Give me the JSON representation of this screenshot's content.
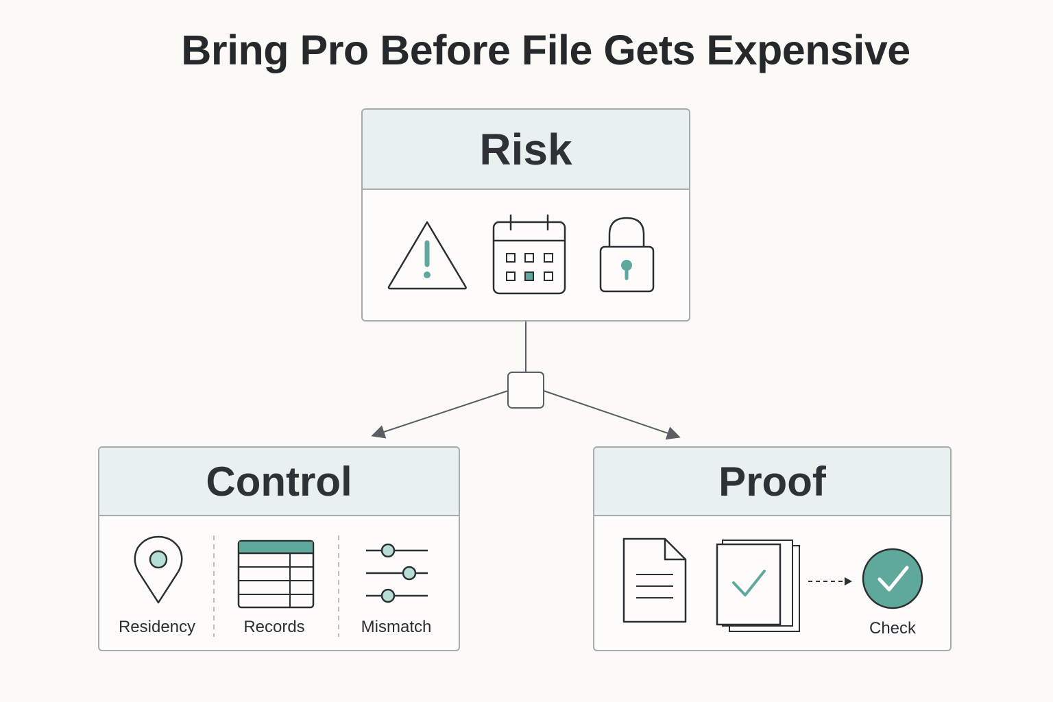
{
  "title": "Bring Pro Before File Gets Expensive",
  "colors": {
    "accent": "#5fa89c",
    "accent_light": "#b6ded6",
    "header_fill": "#e8f1ef",
    "stroke": "#2b2f33",
    "border": "#a7aaad",
    "background": "#fcfaf6"
  },
  "risk": {
    "title": "Risk",
    "icons": [
      "warning-icon",
      "calendar-icon",
      "lock-icon"
    ]
  },
  "control": {
    "title": "Control",
    "items": [
      {
        "icon": "location-pin-icon",
        "label": "Residency"
      },
      {
        "icon": "spreadsheet-icon",
        "label": "Records"
      },
      {
        "icon": "sliders-icon",
        "label": "Mismatch"
      }
    ]
  },
  "proof": {
    "title": "Proof",
    "icons": [
      "document-icon",
      "checked-documents-icon",
      "dashed-arrow-icon"
    ],
    "check_label": "Check"
  }
}
